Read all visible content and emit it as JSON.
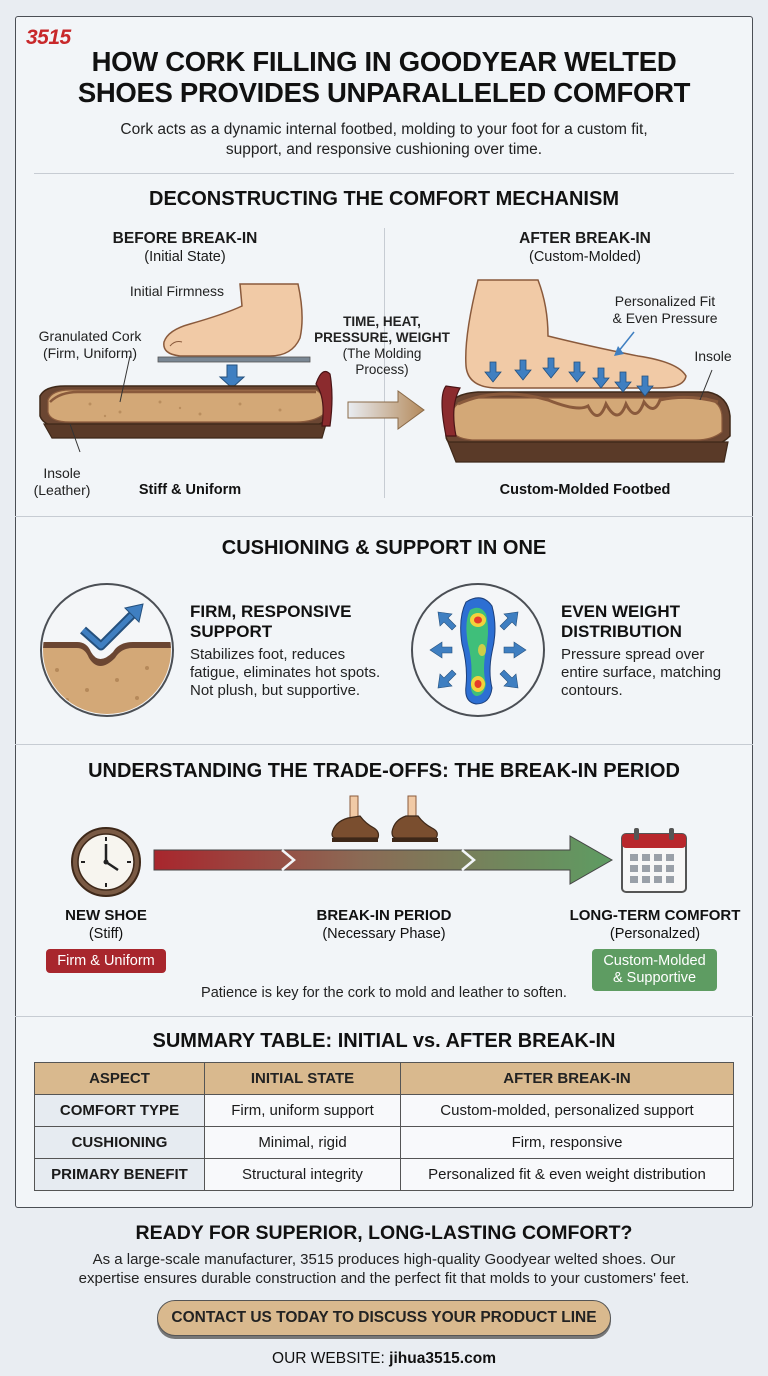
{
  "brand": {
    "logo": "3515"
  },
  "header": {
    "title_line1": "HOW CORK FILLING IN GOODYEAR WELTED",
    "title_line2": "SHOES PROVIDES UNPARALLELED COMFORT",
    "subtitle_line1": "Cork acts as a dynamic internal footbed, molding to your foot for a custom fit,",
    "subtitle_line2": "support, and responsive cushioning over time."
  },
  "mechanism": {
    "title": "DECONSTRUCTING THE COMFORT MECHANISM",
    "before": {
      "heading": "BEFORE BREAK-IN",
      "subheading": "(Initial State)",
      "label_firmness": "Initial Firmness",
      "label_cork_1": "Granulated Cork",
      "label_cork_2": "(Firm, Uniform)",
      "label_insole_1": "Insole",
      "label_insole_2": "(Leather)",
      "caption": "Stiff & Uniform"
    },
    "process": {
      "line1": "TIME, HEAT,",
      "line2": "PRESSURE, WEIGHT",
      "line3": "(The Molding",
      "line4": "Process)"
    },
    "after": {
      "heading": "AFTER BREAK-IN",
      "subheading": "(Custom-Molded)",
      "label_fit_1": "Personalized Fit",
      "label_fit_2": "& Even Pressure",
      "label_insole": "Insole",
      "caption": "Custom-Molded Footbed"
    }
  },
  "cushioning": {
    "title": "CUSHIONING & SUPPORT IN ONE",
    "support": {
      "title_1": "FIRM, RESPONSIVE",
      "title_2": "SUPPORT",
      "desc_1": "Stabilizes foot, reduces",
      "desc_2": "fatigue, eliminates hot spots.",
      "desc_3": "Not plush, but supportive."
    },
    "distribution": {
      "title_1": "EVEN WEIGHT",
      "title_2": "DISTRIBUTION",
      "desc_1": "Pressure spread over",
      "desc_2": "entire surface, matching",
      "desc_3": "contours."
    }
  },
  "tradeoffs": {
    "title": "UNDERSTANDING THE TRADE-OFFS: THE BREAK-IN PERIOD",
    "new_shoe": {
      "label": "NEW SHOE",
      "sub": "(Stiff)",
      "badge": "Firm & Uniform"
    },
    "break_in": {
      "label": "BREAK-IN PERIOD",
      "sub": "(Necessary Phase)"
    },
    "long_term": {
      "label": "LONG-TERM COMFORT",
      "sub": "(Personalzed)",
      "badge_1": "Custom-Molded",
      "badge_2": "& Supportive"
    },
    "note": "Patience is key for the cork to mold and leather to soften."
  },
  "summary": {
    "title": "SUMMARY TABLE: INITIAL vs. AFTER BREAK-IN",
    "headers": [
      "ASPECT",
      "INITIAL STATE",
      "AFTER BREAK-IN"
    ],
    "rows": [
      [
        "COMFORT TYPE",
        "Firm, uniform support",
        "Custom-molded, personalized support"
      ],
      [
        "CUSHIONING",
        "Minimal, rigid",
        "Firm, responsive"
      ],
      [
        "PRIMARY BENEFIT",
        "Structural integrity",
        "Personalized fit & even weight distribution"
      ]
    ]
  },
  "cta": {
    "title": "READY FOR SUPERIOR, LONG-LASTING COMFORT?",
    "desc_1": "As a large-scale manufacturer, 3515 produces high-quality Goodyear welted shoes. Our",
    "desc_2": "expertise ensures durable construction and the perfect fit that molds to your customers' feet.",
    "button": "CONTACT US TODAY TO DISCUSS YOUR PRODUCT LINE",
    "website_label": "OUR WEBSITE:",
    "website_url": "jihua3515.com"
  },
  "colors": {
    "accent_red": "#c8282a",
    "badge_red": "#a8262d",
    "badge_green": "#5e9c62",
    "cork": "#d3a877",
    "leather": "#6b4632",
    "arrow_blue": "#3f7fc1",
    "tan": "#d9b98e"
  },
  "icons": [
    "foot-icon",
    "down-arrow-icon",
    "process-arrow-icon",
    "support-check-icon",
    "pressure-map-icon",
    "clock-icon",
    "walking-shoes-icon",
    "calendar-icon"
  ]
}
